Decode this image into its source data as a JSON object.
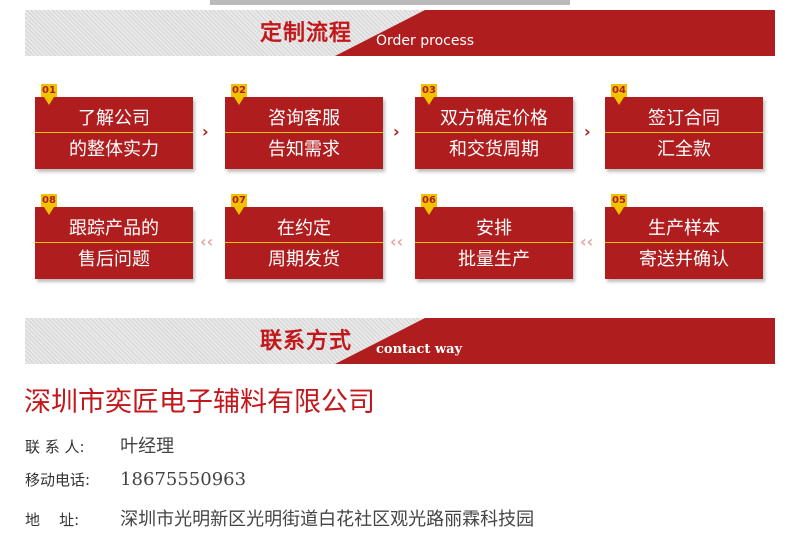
{
  "process_section": {
    "title": "定制流程",
    "subtitle": "Order process"
  },
  "steps": [
    {
      "num": "01",
      "line1": "了解公司",
      "line2": "的整体实力"
    },
    {
      "num": "02",
      "line1": "咨询客服",
      "line2": "告知需求"
    },
    {
      "num": "03",
      "line1": "双方确定价格",
      "line2": "和交货周期"
    },
    {
      "num": "04",
      "line1": "签订合同",
      "line2": "汇全款"
    },
    {
      "num": "05",
      "line1": "生产样本",
      "line2": "寄送并确认"
    },
    {
      "num": "06",
      "line1": "安排",
      "line2": "批量生产"
    },
    {
      "num": "07",
      "line1": "在约定",
      "line2": "周期发货"
    },
    {
      "num": "08",
      "line1": "跟踪产品的",
      "line2": "售后问题"
    }
  ],
  "arrow_glyph_right": "›",
  "arrow_glyph_left": "‹‹",
  "contact_section": {
    "title": "联系方式",
    "subtitle": "contact way"
  },
  "company_name": "深圳市奕匠电子辅料有限公司",
  "contact": {
    "person_label": "联 系 人:",
    "person_value": "叶经理",
    "mobile_label": "移动电话:",
    "mobile_value": "18675550963",
    "address_label": "地    址:",
    "address_value": "深圳市光明新区光明街道白花社区观光路丽霖科技园"
  },
  "colors": {
    "brand_red": "#b01d1e",
    "title_red": "#c3181b",
    "badge_yellow": "#f2c200"
  }
}
